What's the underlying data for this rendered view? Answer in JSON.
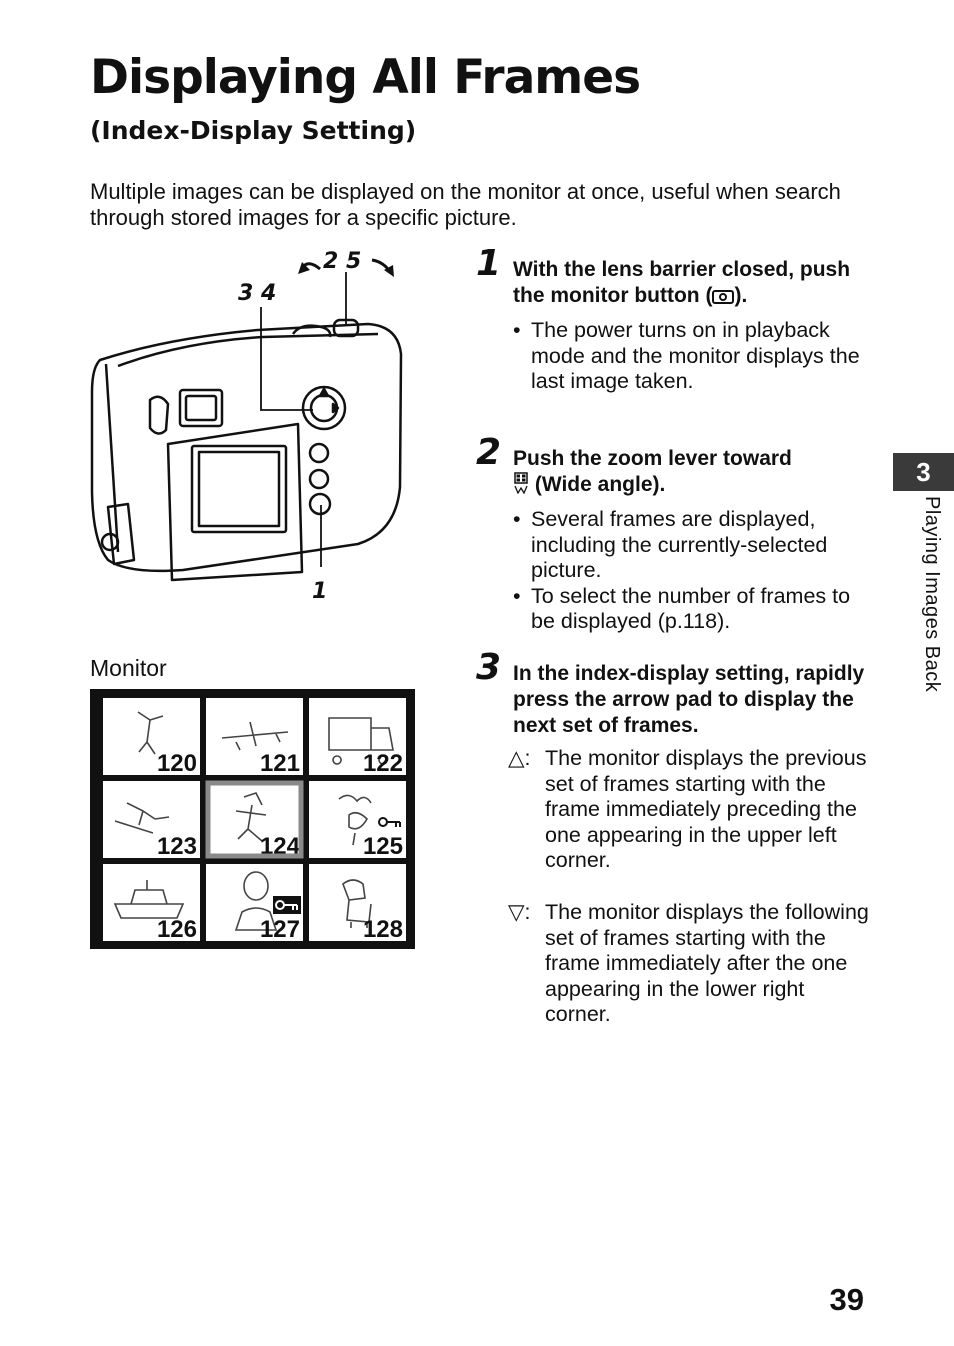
{
  "header": {
    "title": "Displaying All Frames",
    "subtitle": "(Index-Display Setting)"
  },
  "intro": "Multiple images can be displayed on the monitor at once, useful when search through stored images for a specific picture.",
  "figure": {
    "callout_top": "2 5",
    "callout_left": "3 4",
    "callout_bottom": "1",
    "monitor_label": "Monitor",
    "frames": [
      "120",
      "121",
      "122",
      "123",
      "124",
      "125",
      "126",
      "127",
      "128"
    ],
    "selected_frame": "124",
    "protected_frames": [
      "125",
      "127"
    ]
  },
  "steps": [
    {
      "number": "1",
      "heading_before_icon": "With the lens barrier closed, push the monitor button (",
      "heading_after_icon": ").",
      "icon": "monitor-button-icon",
      "bullets": [
        "The power turns on in playback mode and the monitor displays the last image taken."
      ]
    },
    {
      "number": "2",
      "heading_line1": "Push the zoom lever toward",
      "heading_line2": "(Wide angle).",
      "icon": "wide-angle-icon",
      "bullets": [
        "Several frames are displayed, including the currently-selected picture.",
        "To select the number of frames to be displayed (p.118)."
      ]
    },
    {
      "number": "3",
      "heading": "In the index-display setting, rapidly press the arrow pad to display the next set of frames.",
      "items": [
        {
          "symbol": "△:",
          "text": "The monitor displays the previous set of frames starting with the frame immediately preceding the one appearing in the upper left corner."
        },
        {
          "symbol": "▽:",
          "text": "The monitor displays the following set of frames starting with the frame immediately after the one appearing in the lower right corner."
        }
      ]
    }
  ],
  "sidebar": {
    "chapter_number": "3",
    "chapter_title": "Playing Images Back"
  },
  "footer": {
    "page_number": "39"
  }
}
